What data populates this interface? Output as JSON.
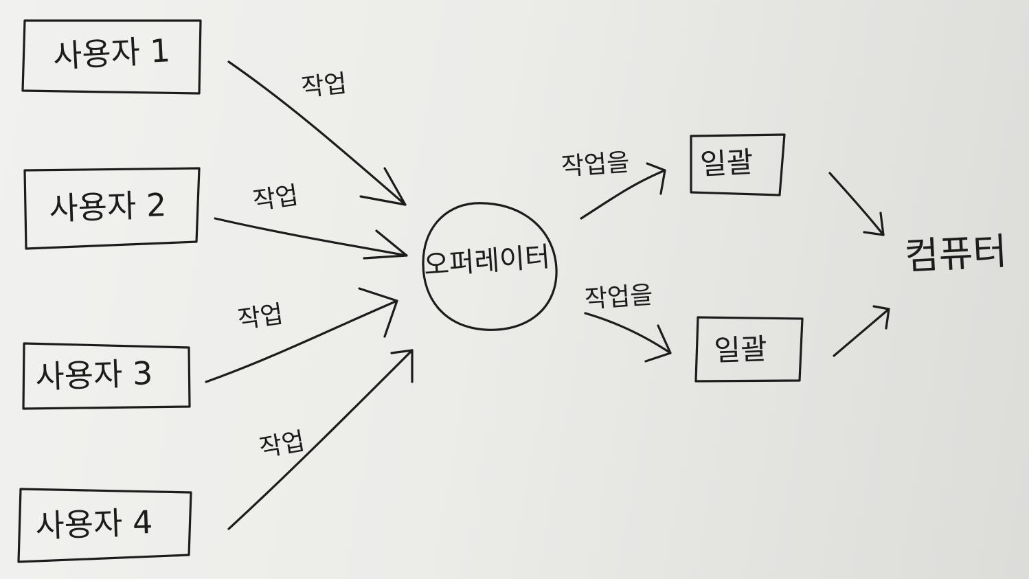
{
  "diagram": {
    "users": [
      "사용자 1",
      "사용자 2",
      "사용자 3",
      "사용자 4"
    ],
    "user_edge_label": "작업",
    "operator": "오퍼레이터",
    "batch_edge_label": "작업을",
    "batches": [
      "일괄",
      "일괄"
    ],
    "computer": "컴퓨터"
  }
}
